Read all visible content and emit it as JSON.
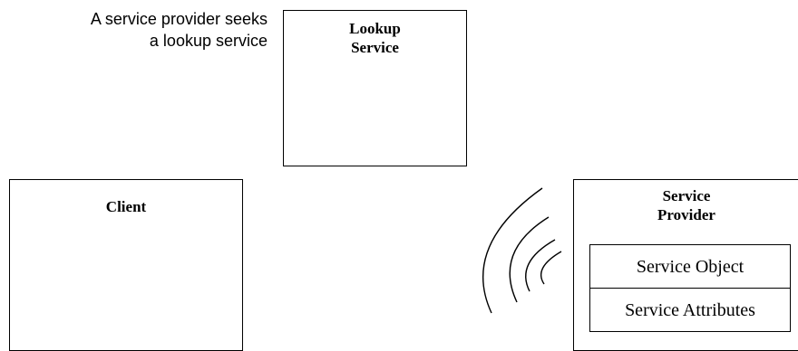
{
  "caption": {
    "line1": "A service provider seeks",
    "line2": "a lookup service"
  },
  "lookup_service": {
    "line1": "Lookup",
    "line2": "Service"
  },
  "client": {
    "label": "Client"
  },
  "service_provider": {
    "line1": "Service",
    "line2": "Provider",
    "rows": [
      "Service Object",
      "Service Attributes"
    ]
  },
  "waves_icon": "signal-broadcast-icon"
}
